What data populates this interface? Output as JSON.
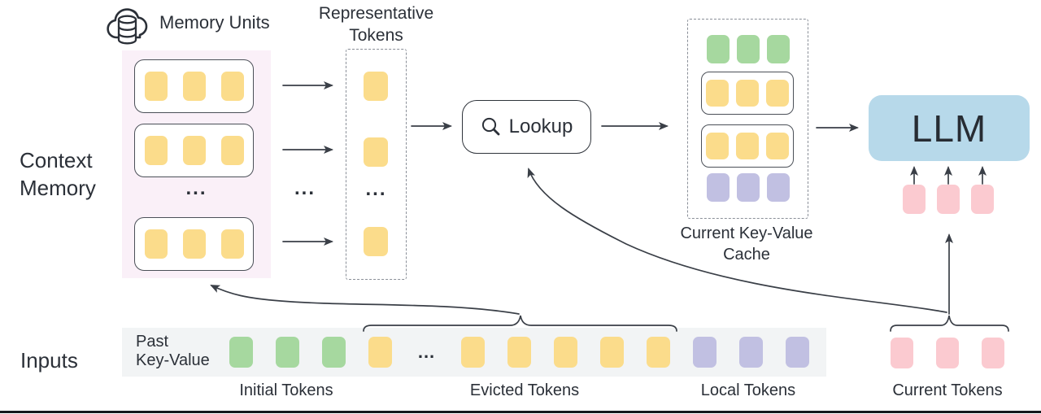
{
  "ellipsis": "...",
  "colors": {
    "yellow": "#FBDC8B",
    "green": "#A6D89F",
    "purple": "#C1C0E2",
    "pink": "#FBCAD0",
    "blue": "#B7D9EA",
    "memory_bg": "#FAF0F8",
    "inputs_bg": "#F2F4F5",
    "line": "#3A3F47",
    "text": "#2B3038"
  },
  "memory_units": {
    "label": "Memory Units"
  },
  "context_memory": {
    "label_line1": "Context",
    "label_line2": "Memory",
    "units": [
      [
        "yellow",
        "yellow",
        "yellow"
      ],
      [
        "yellow",
        "yellow",
        "yellow"
      ],
      [
        "yellow",
        "yellow",
        "yellow"
      ]
    ]
  },
  "representative": {
    "label_line1": "Representative",
    "label_line2": "Tokens",
    "tokens": [
      "yellow",
      "yellow",
      "yellow"
    ]
  },
  "lookup": {
    "label": "Lookup"
  },
  "cache": {
    "label_line1": "Current Key-Value",
    "label_line2": "Cache",
    "rows": [
      [
        "green",
        "green",
        "green"
      ],
      [
        "yellow",
        "yellow",
        "yellow"
      ],
      [
        "yellow",
        "yellow",
        "yellow"
      ],
      [
        "purple",
        "purple",
        "purple"
      ]
    ]
  },
  "llm": {
    "label": "LLM",
    "input_tokens": [
      "pink",
      "pink",
      "pink"
    ]
  },
  "inputs": {
    "label": "Inputs",
    "past_kv_line1": "Past",
    "past_kv_line2": "Key-Value",
    "sequence": [
      "green",
      "green",
      "green",
      "yellow",
      "dots",
      "yellow",
      "yellow",
      "yellow",
      "yellow",
      "yellow",
      "purple",
      "purple",
      "purple"
    ],
    "current_tokens": [
      "pink",
      "pink",
      "pink"
    ],
    "group_labels": [
      "Initial Tokens",
      "Evicted Tokens",
      "Local Tokens",
      "Current Tokens"
    ]
  }
}
